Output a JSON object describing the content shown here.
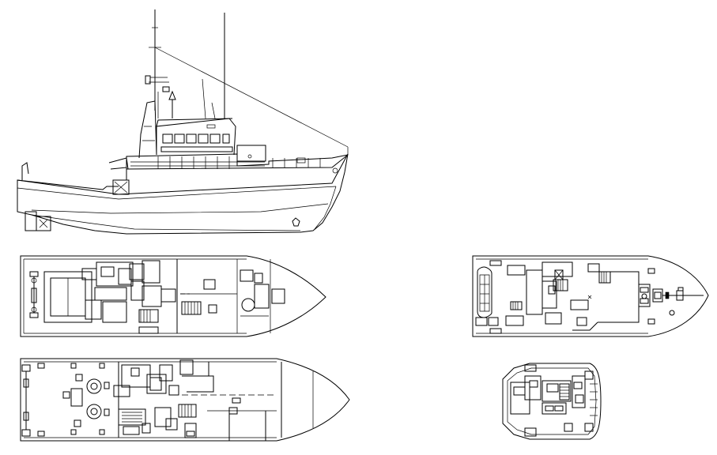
{
  "drawing": {
    "views": [
      {
        "id": "side-elevation"
      },
      {
        "id": "main-deck-plan"
      },
      {
        "id": "lower-deck-plan"
      },
      {
        "id": "upper-deck-plan"
      },
      {
        "id": "wheelhouse-deck-plan"
      }
    ],
    "colors": {
      "line": "#000000",
      "background": "#ffffff"
    }
  }
}
